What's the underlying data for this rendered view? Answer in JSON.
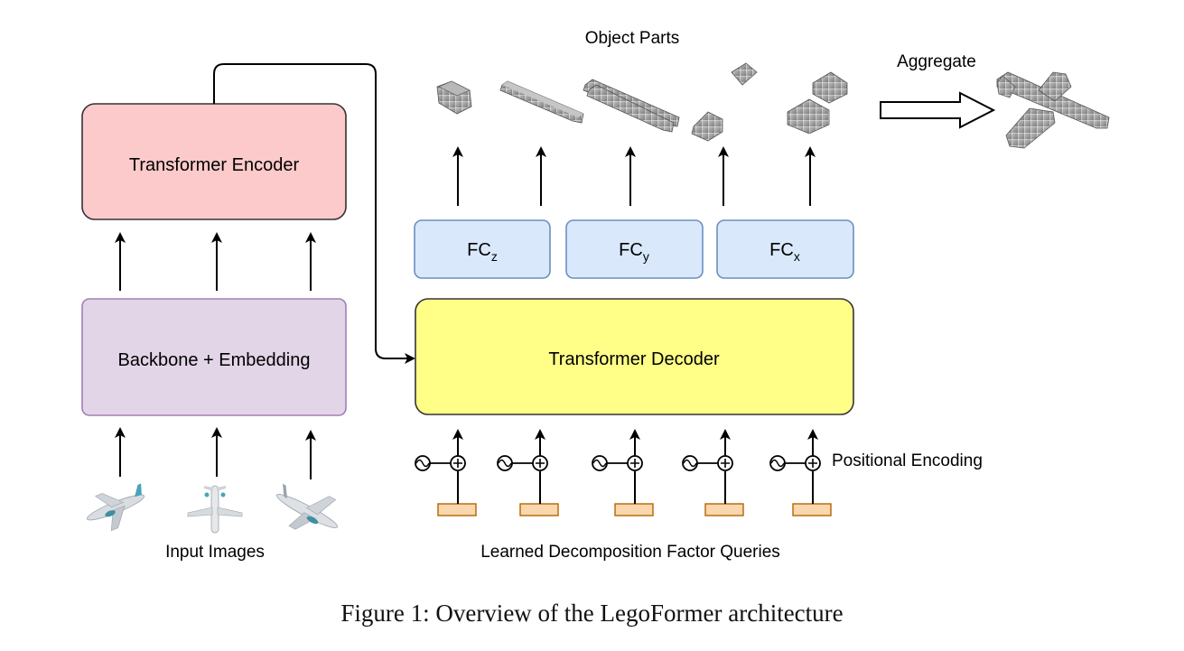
{
  "blocks": {
    "encoder": "Transformer Encoder",
    "backbone": "Backbone + Embedding",
    "decoder": "Transformer Decoder",
    "fc_z": {
      "base": "FC",
      "sub": "z"
    },
    "fc_y": {
      "base": "FC",
      "sub": "y"
    },
    "fc_x": {
      "base": "FC",
      "sub": "x"
    }
  },
  "labels": {
    "object_parts": "Object Parts",
    "aggregate": "Aggregate",
    "positional_encoding": "Positional Encoding",
    "input_images": "Input Images",
    "queries": "Learned Decomposition Factor Queries"
  },
  "caption": "Figure 1: Overview of the LegoFormer architecture",
  "colors": {
    "encoder_fill": "#fccaca",
    "backbone_fill": "#e2d5e8",
    "backbone_stroke": "#a27eb8",
    "decoder_fill": "#ffff88",
    "fc_fill": "#dae8fc",
    "fc_stroke": "#6c8ebf",
    "query_fill": "#fad7ac",
    "query_stroke": "#b46504",
    "voxel": "#9a9a9a"
  },
  "icons": [
    "airplane-image-icon",
    "voxel-part-icon",
    "sine-wave-icon",
    "plus-circle-icon",
    "hollow-arrow-icon"
  ]
}
